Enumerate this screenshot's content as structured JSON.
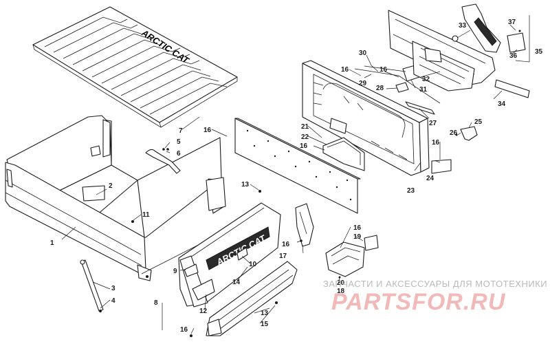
{
  "diagram": {
    "brand_bed": "ARCTIC CAT",
    "brand_gate": "ARCTIC CAT",
    "callouts": [
      {
        "id": "c1",
        "label": "1"
      },
      {
        "id": "c2",
        "label": "2"
      },
      {
        "id": "c3",
        "label": "3"
      },
      {
        "id": "c4",
        "label": "4"
      },
      {
        "id": "c5",
        "label": "5"
      },
      {
        "id": "c6",
        "label": "6"
      },
      {
        "id": "c7",
        "label": "7"
      },
      {
        "id": "c8",
        "label": "8"
      },
      {
        "id": "c9",
        "label": "9"
      },
      {
        "id": "c10",
        "label": "10"
      },
      {
        "id": "c11",
        "label": "11"
      },
      {
        "id": "c12",
        "label": "12"
      },
      {
        "id": "c13a",
        "label": "13"
      },
      {
        "id": "c13b",
        "label": "13"
      },
      {
        "id": "c14",
        "label": "14"
      },
      {
        "id": "c15",
        "label": "15"
      },
      {
        "id": "c16a",
        "label": "16"
      },
      {
        "id": "c16b",
        "label": "16"
      },
      {
        "id": "c16c",
        "label": "16"
      },
      {
        "id": "c16d",
        "label": "16"
      },
      {
        "id": "c16e",
        "label": "16"
      },
      {
        "id": "c16f",
        "label": "16"
      },
      {
        "id": "c16g",
        "label": "16"
      },
      {
        "id": "c16h",
        "label": "16"
      },
      {
        "id": "c17",
        "label": "17"
      },
      {
        "id": "c18",
        "label": "18"
      },
      {
        "id": "c19",
        "label": "19"
      },
      {
        "id": "c20",
        "label": "20"
      },
      {
        "id": "c21",
        "label": "21"
      },
      {
        "id": "c22",
        "label": "22"
      },
      {
        "id": "c23",
        "label": "23"
      },
      {
        "id": "c24",
        "label": "24"
      },
      {
        "id": "c25",
        "label": "25"
      },
      {
        "id": "c26",
        "label": "26"
      },
      {
        "id": "c27",
        "label": "27"
      },
      {
        "id": "c28",
        "label": "28"
      },
      {
        "id": "c29",
        "label": "29"
      },
      {
        "id": "c30",
        "label": "30"
      },
      {
        "id": "c31",
        "label": "31"
      },
      {
        "id": "c32",
        "label": "32"
      },
      {
        "id": "c33",
        "label": "33"
      },
      {
        "id": "c34",
        "label": "34"
      },
      {
        "id": "c35",
        "label": "35"
      },
      {
        "id": "c36",
        "label": "36"
      },
      {
        "id": "c37",
        "label": "37"
      }
    ]
  },
  "watermark": {
    "text": "ЗАПЧАСТИ И АКСЕССУАРЫ ДЛЯ МОТОТЕХНИКИ",
    "logo": "PARTSFOR.RU"
  }
}
